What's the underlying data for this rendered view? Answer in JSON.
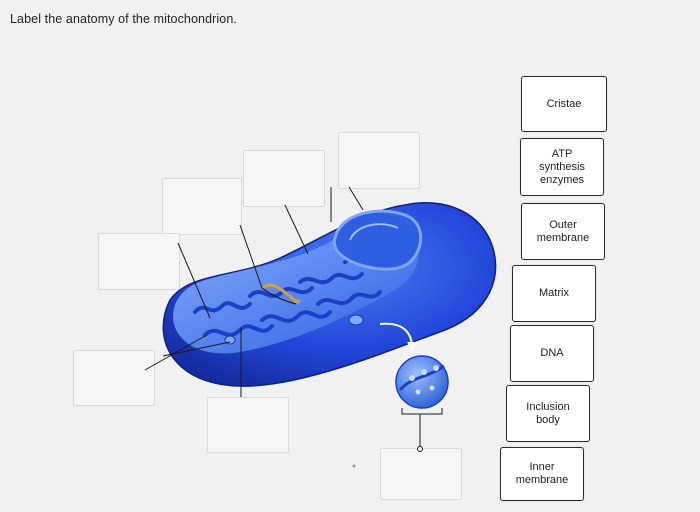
{
  "instruction": "Label the anatomy of the mitochondrion.",
  "labels": [
    {
      "text": "Cristae"
    },
    {
      "text": "ATP\nsynthesis\nenzymes"
    },
    {
      "text": "Outer\nmembrane"
    },
    {
      "text": "Matrix"
    },
    {
      "text": "DNA"
    },
    {
      "text": "Inclusion\nbody"
    },
    {
      "text": "Inner\nmembrane"
    }
  ],
  "colors": {
    "outer_membrane": "#2346d8",
    "inner_membrane": "#3a7ae8",
    "matrix": "#1a3fc6",
    "zoom_circle": "#3c78d8",
    "leader_line": "#1a1a1a"
  }
}
